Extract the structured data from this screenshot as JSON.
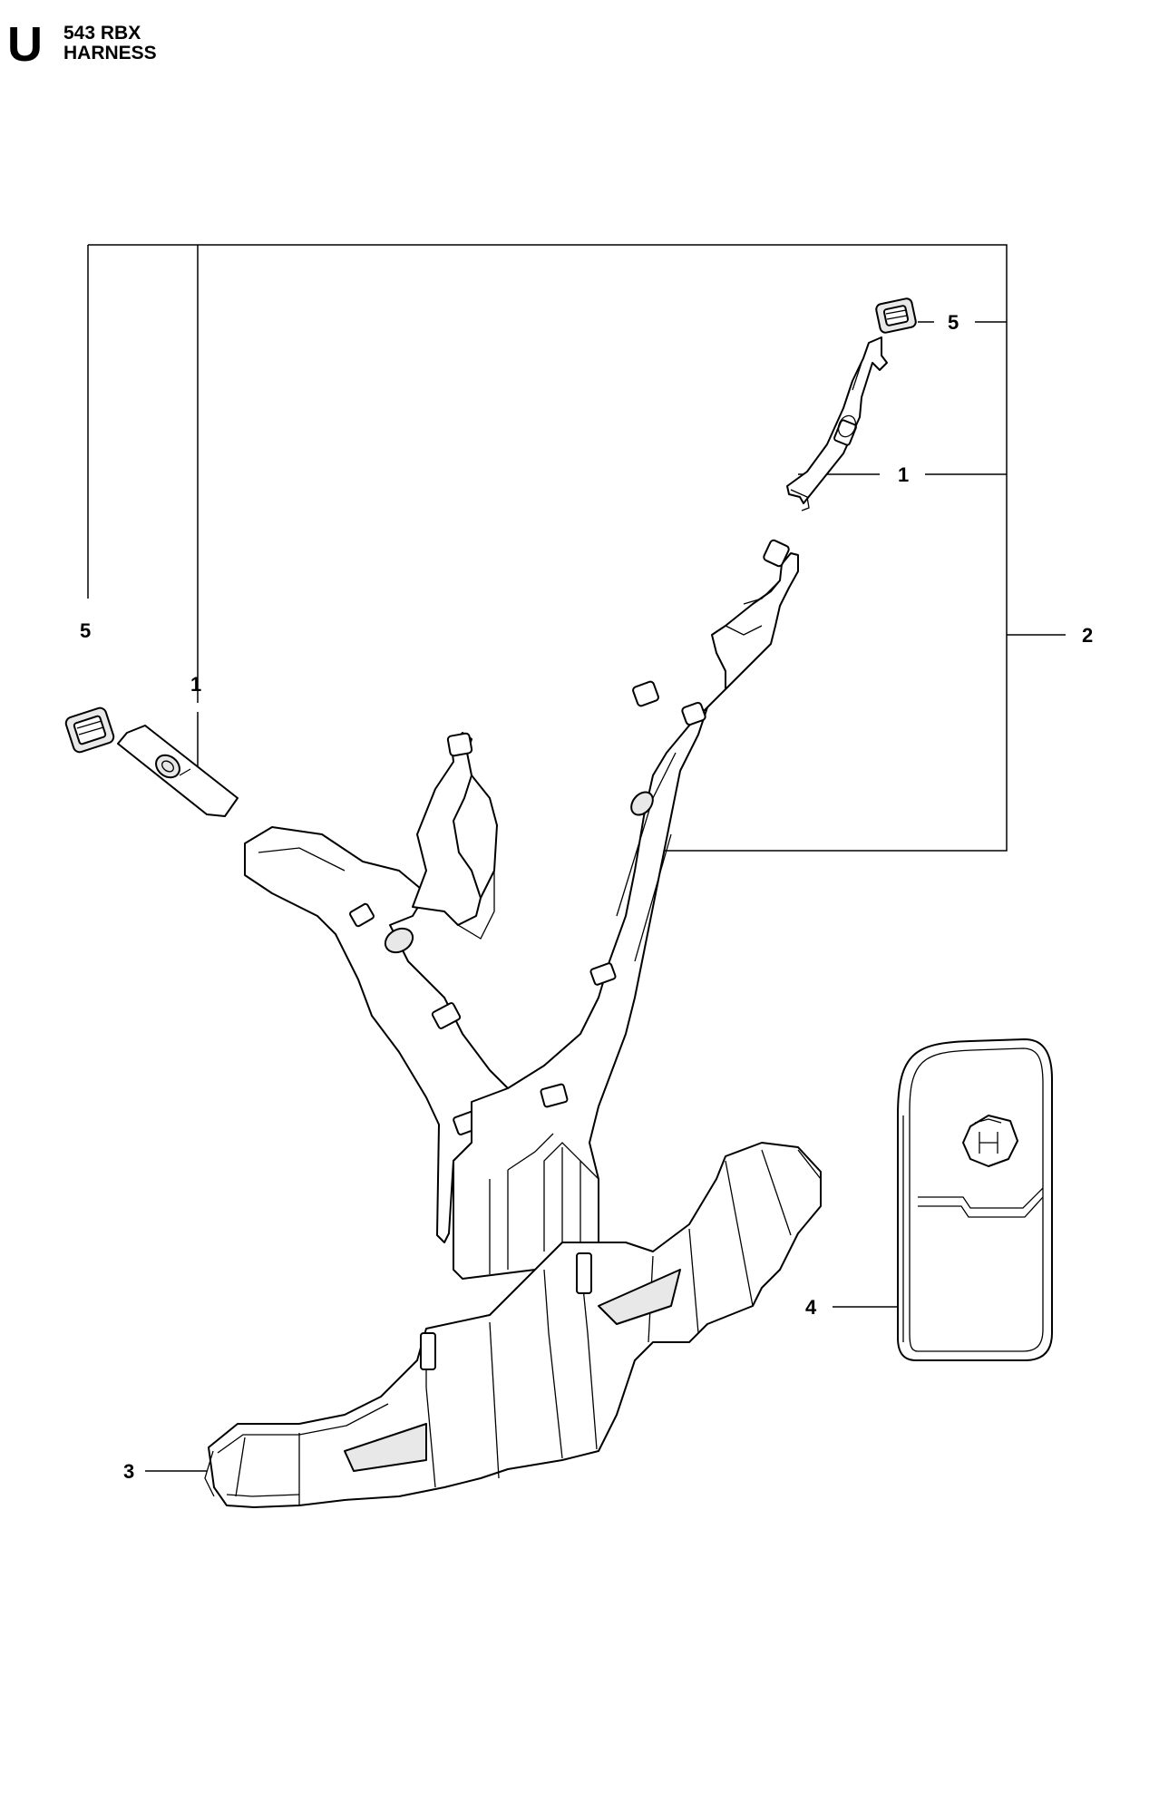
{
  "header": {
    "section_letter": "U",
    "model": "543 RBX",
    "title": "HARNESS"
  },
  "callouts": [
    {
      "id": "c5-top",
      "label": "5"
    },
    {
      "id": "c1-top",
      "label": "1"
    },
    {
      "id": "c2",
      "label": "2"
    },
    {
      "id": "c5-left",
      "label": "5"
    },
    {
      "id": "c1-left",
      "label": "1"
    },
    {
      "id": "c4",
      "label": "4"
    },
    {
      "id": "c3",
      "label": "3"
    }
  ],
  "colors": {
    "ink": "#000000",
    "background": "#ffffff",
    "shade": "#e8e8e8"
  }
}
